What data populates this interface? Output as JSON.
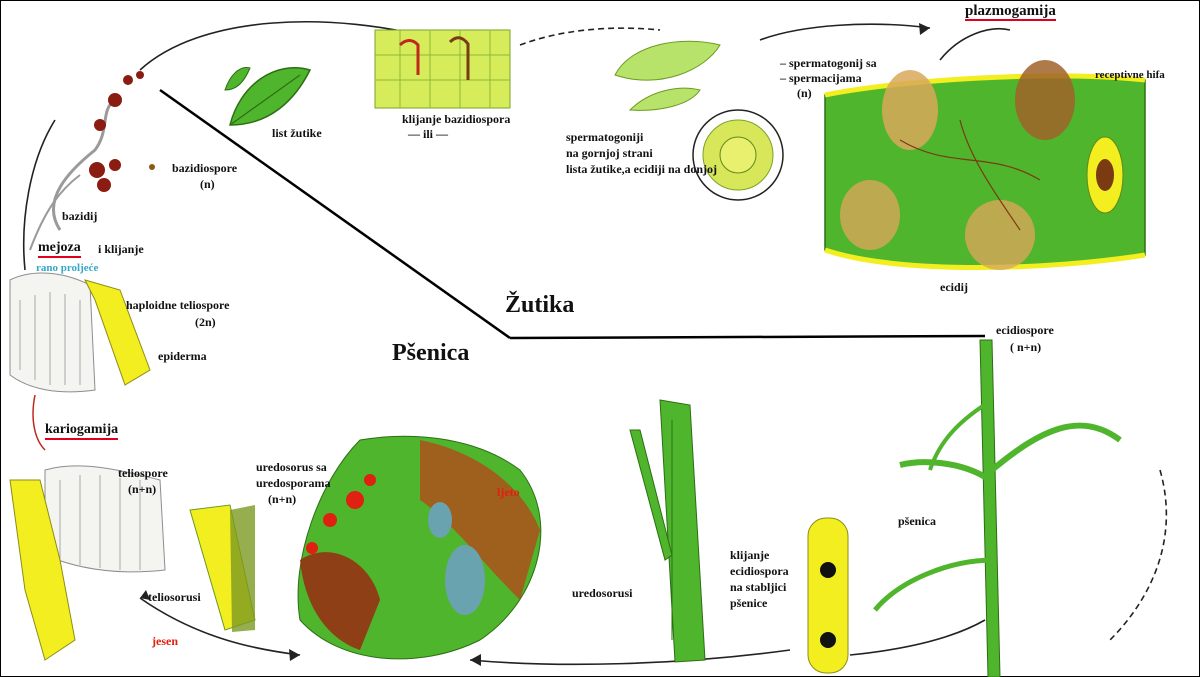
{
  "colors": {
    "leaf_green": "#4fb52c",
    "light_green": "#b7e36b",
    "yellow": "#f2ee1f",
    "rust_red": "#c0281e",
    "brown": "#7a3b12",
    "spring_text": "#35a8c8",
    "season_red": "#e02010",
    "underline_red": "#e0001b"
  },
  "hosts": {
    "barberry": "Žutika",
    "wheat": "Pšenica"
  },
  "labels": {
    "plazmogamija": "plazmogamija",
    "spermatogoniji_sa": "– spermatogonij sa",
    "spermacijama": "– spermacijama",
    "spermacijama_n": "(n)",
    "receptivna_hifa": "receptivne hifa",
    "klijanje_bazidiospora": "klijanje bazidiospora",
    "ili": "— ili —",
    "list_zutike": "list žutike",
    "spermatogoniji_1": "spermatogoniji",
    "spermatogoniji_2": "na gornjoj strani",
    "spermatogoniji_3": "lista žutike,a ecidiji na donjoj",
    "bazidiospore": "bazidiospore",
    "bazidiospore_n": "(n)",
    "bazidij": "bazidij",
    "mejoza": "mejoza",
    "i_klijanje": "i klijanje",
    "haploidne_1": "haploidne teliospore",
    "haploidne_2": "(2n)",
    "epiderma": "epiderma",
    "kariogamija": "kariogamija",
    "teliospore": "teliospore",
    "teliospore_n": "(n+n)",
    "teliosorusi": "teliosorusi",
    "uredosorus_1": "uredosorus sa",
    "uredosorus_2": "uredosporama",
    "uredosorus_3": "(n+n)",
    "uredosorusi": "uredosorusi",
    "klijanje_ecidiospora_1": "klijanje",
    "klijanje_ecidiospora_2": "ecidiospora",
    "klijanje_ecidiospora_3": "na stabljici",
    "klijanje_ecidiospora_4": "pšenice",
    "psenica": "pšenica",
    "ecidij": "ecidij",
    "ecidiospore": "ecidiospore",
    "ecidiospore_n": "( n+n)"
  },
  "seasons": {
    "spring": "rano proljeće",
    "summer": "ljeto",
    "autumn": "jesen"
  }
}
